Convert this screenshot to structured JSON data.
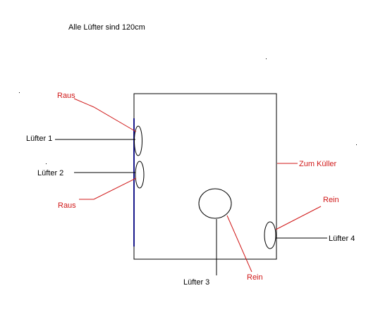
{
  "heading": "Alle Lüfter sind 120cm",
  "labels": {
    "fan1": "Lüfter 1",
    "fan2": "Lüfter 2",
    "fan3": "Lüfter 3",
    "fan4": "Lüfter 4",
    "raus_top": "Raus",
    "raus_bottom": "Raus",
    "zum_kuehler": "Zum Küller",
    "rein_right": "Rein",
    "rein_bottom": "Rein"
  },
  "colors": {
    "ink": "#000000",
    "annotation": "#d01818",
    "wall": "#1a1a8c"
  }
}
